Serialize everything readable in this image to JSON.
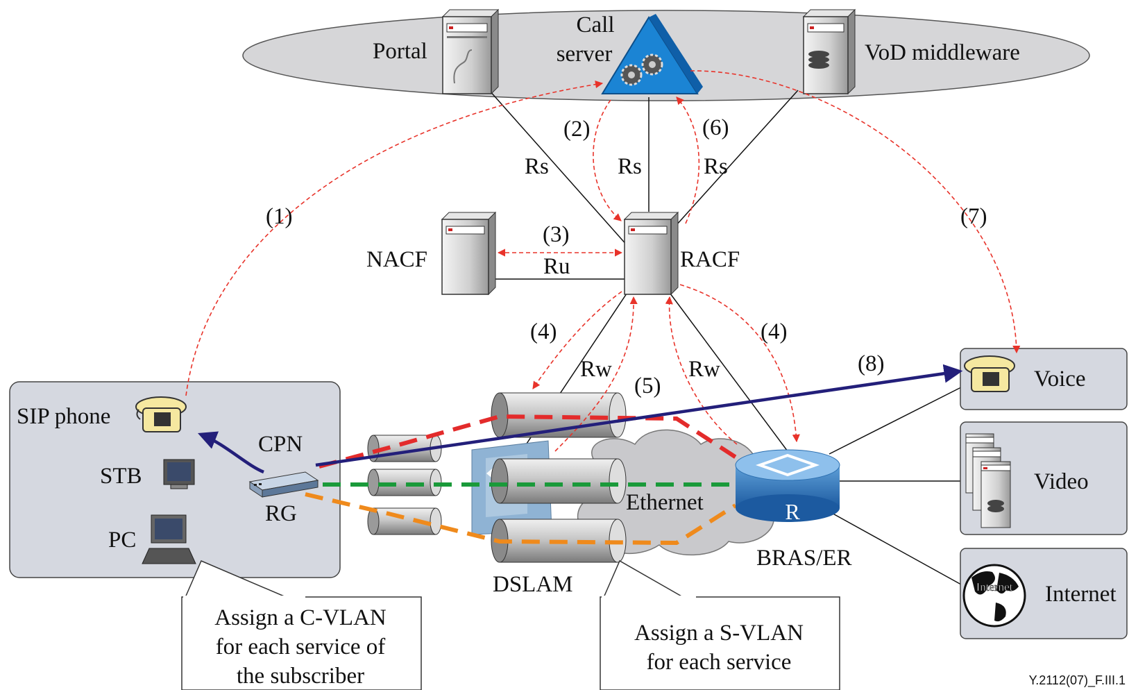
{
  "nodes": {
    "portal": "Portal",
    "call_server_line1": "Call",
    "call_server_line2": "server",
    "vod_middleware": "VoD middleware",
    "nacf": "NACF",
    "racf": "RACF",
    "sip_phone": "SIP phone",
    "stb": "STB",
    "pc": "PC",
    "cpn": "CPN",
    "rg": "RG",
    "dslam": "DSLAM",
    "ethernet": "Ethernet",
    "bras_er": "BRAS/ER",
    "router_letter": "R",
    "voice": "Voice",
    "video": "Video",
    "internet": "Internet",
    "globe_text": "Internet"
  },
  "interfaces": {
    "rs_left": "Rs",
    "rs_center": "Rs",
    "rs_right": "Rs",
    "ru": "Ru",
    "rw_left": "Rw",
    "rw_right": "Rw"
  },
  "steps": {
    "s1": "(1)",
    "s2": "(2)",
    "s3": "(3)",
    "s4_left": "(4)",
    "s4_right": "(4)",
    "s5": "(5)",
    "s6": "(6)",
    "s7": "(7)",
    "s8": "(8)"
  },
  "callouts": {
    "c_vlan_line1": "Assign a C-VLAN",
    "c_vlan_line2": "for each service of",
    "c_vlan_line3": "the subscriber",
    "s_vlan_line1": "Assign a S-VLAN",
    "s_vlan_line2": "for each service"
  },
  "figure_ref": "Y.2112(07)_F.III.1",
  "colors": {
    "signal_red": "#e8332a",
    "vlan_red": "#e32b2b",
    "vlan_green": "#1a9a3a",
    "vlan_orange": "#ef8a1c",
    "media_path_navy": "#231f7a",
    "call_server_blue": "#1b84d4",
    "box_fill": "#d5d8e0"
  }
}
